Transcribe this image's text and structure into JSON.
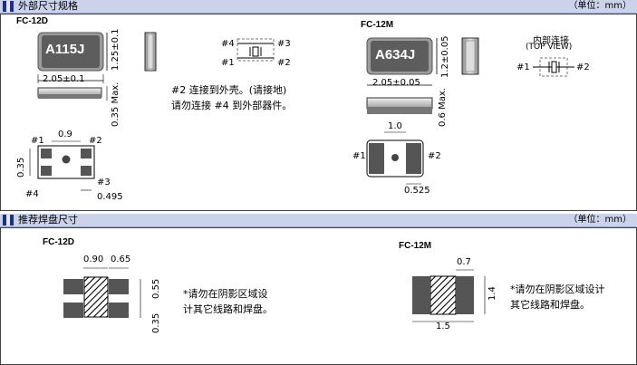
{
  "section1": {
    "title": "外部尺寸规格",
    "unit": "（单位：mm）"
  },
  "section2": {
    "title": "推荐焊盘尺寸",
    "unit": "（单位：mm）"
  },
  "fc12d": {
    "model": "FC-12D",
    "marking": "A115J",
    "height_dim": "1.25±0.1",
    "width_dim": "2.05±0.1",
    "max_dim": "0.35 Max.",
    "pad_09": "0.9",
    "pad_035": "0.35",
    "pad_0495": "0.495",
    "p1": "#1",
    "p2": "#2",
    "p3": "#3",
    "p4": "#4",
    "note1": "#2 连接到外壳。(请接地)",
    "note2": "请勿连接 #4 到外部器件。"
  },
  "fc12m": {
    "model": "FC-12M",
    "marking": "A634J",
    "height_dim": "1.2±0.05",
    "width_dim": "2.05±0.05",
    "max_dim": "0.6 Max.",
    "pad_10": "1.0",
    "pad_0525": "0.525",
    "conn_title": "内部连接",
    "conn_view": "(TOP VIEW)",
    "p1": "#1",
    "p2": "#2"
  },
  "land_d": {
    "model": "FC-12D",
    "dim_090": "0.90",
    "dim_065": "0.65",
    "dim_055": "0.55",
    "dim_035": "0.35",
    "note1": "*请勿在阴影区域设",
    "note2": "计其它线路和焊盘。"
  },
  "land_m": {
    "model": "FC-12M",
    "dim_07": "0.7",
    "dim_14": "1.4",
    "dim_15": "1.5",
    "note1": "*请勿在阴影区域设计",
    "note2": "其它线路和焊盘。"
  }
}
